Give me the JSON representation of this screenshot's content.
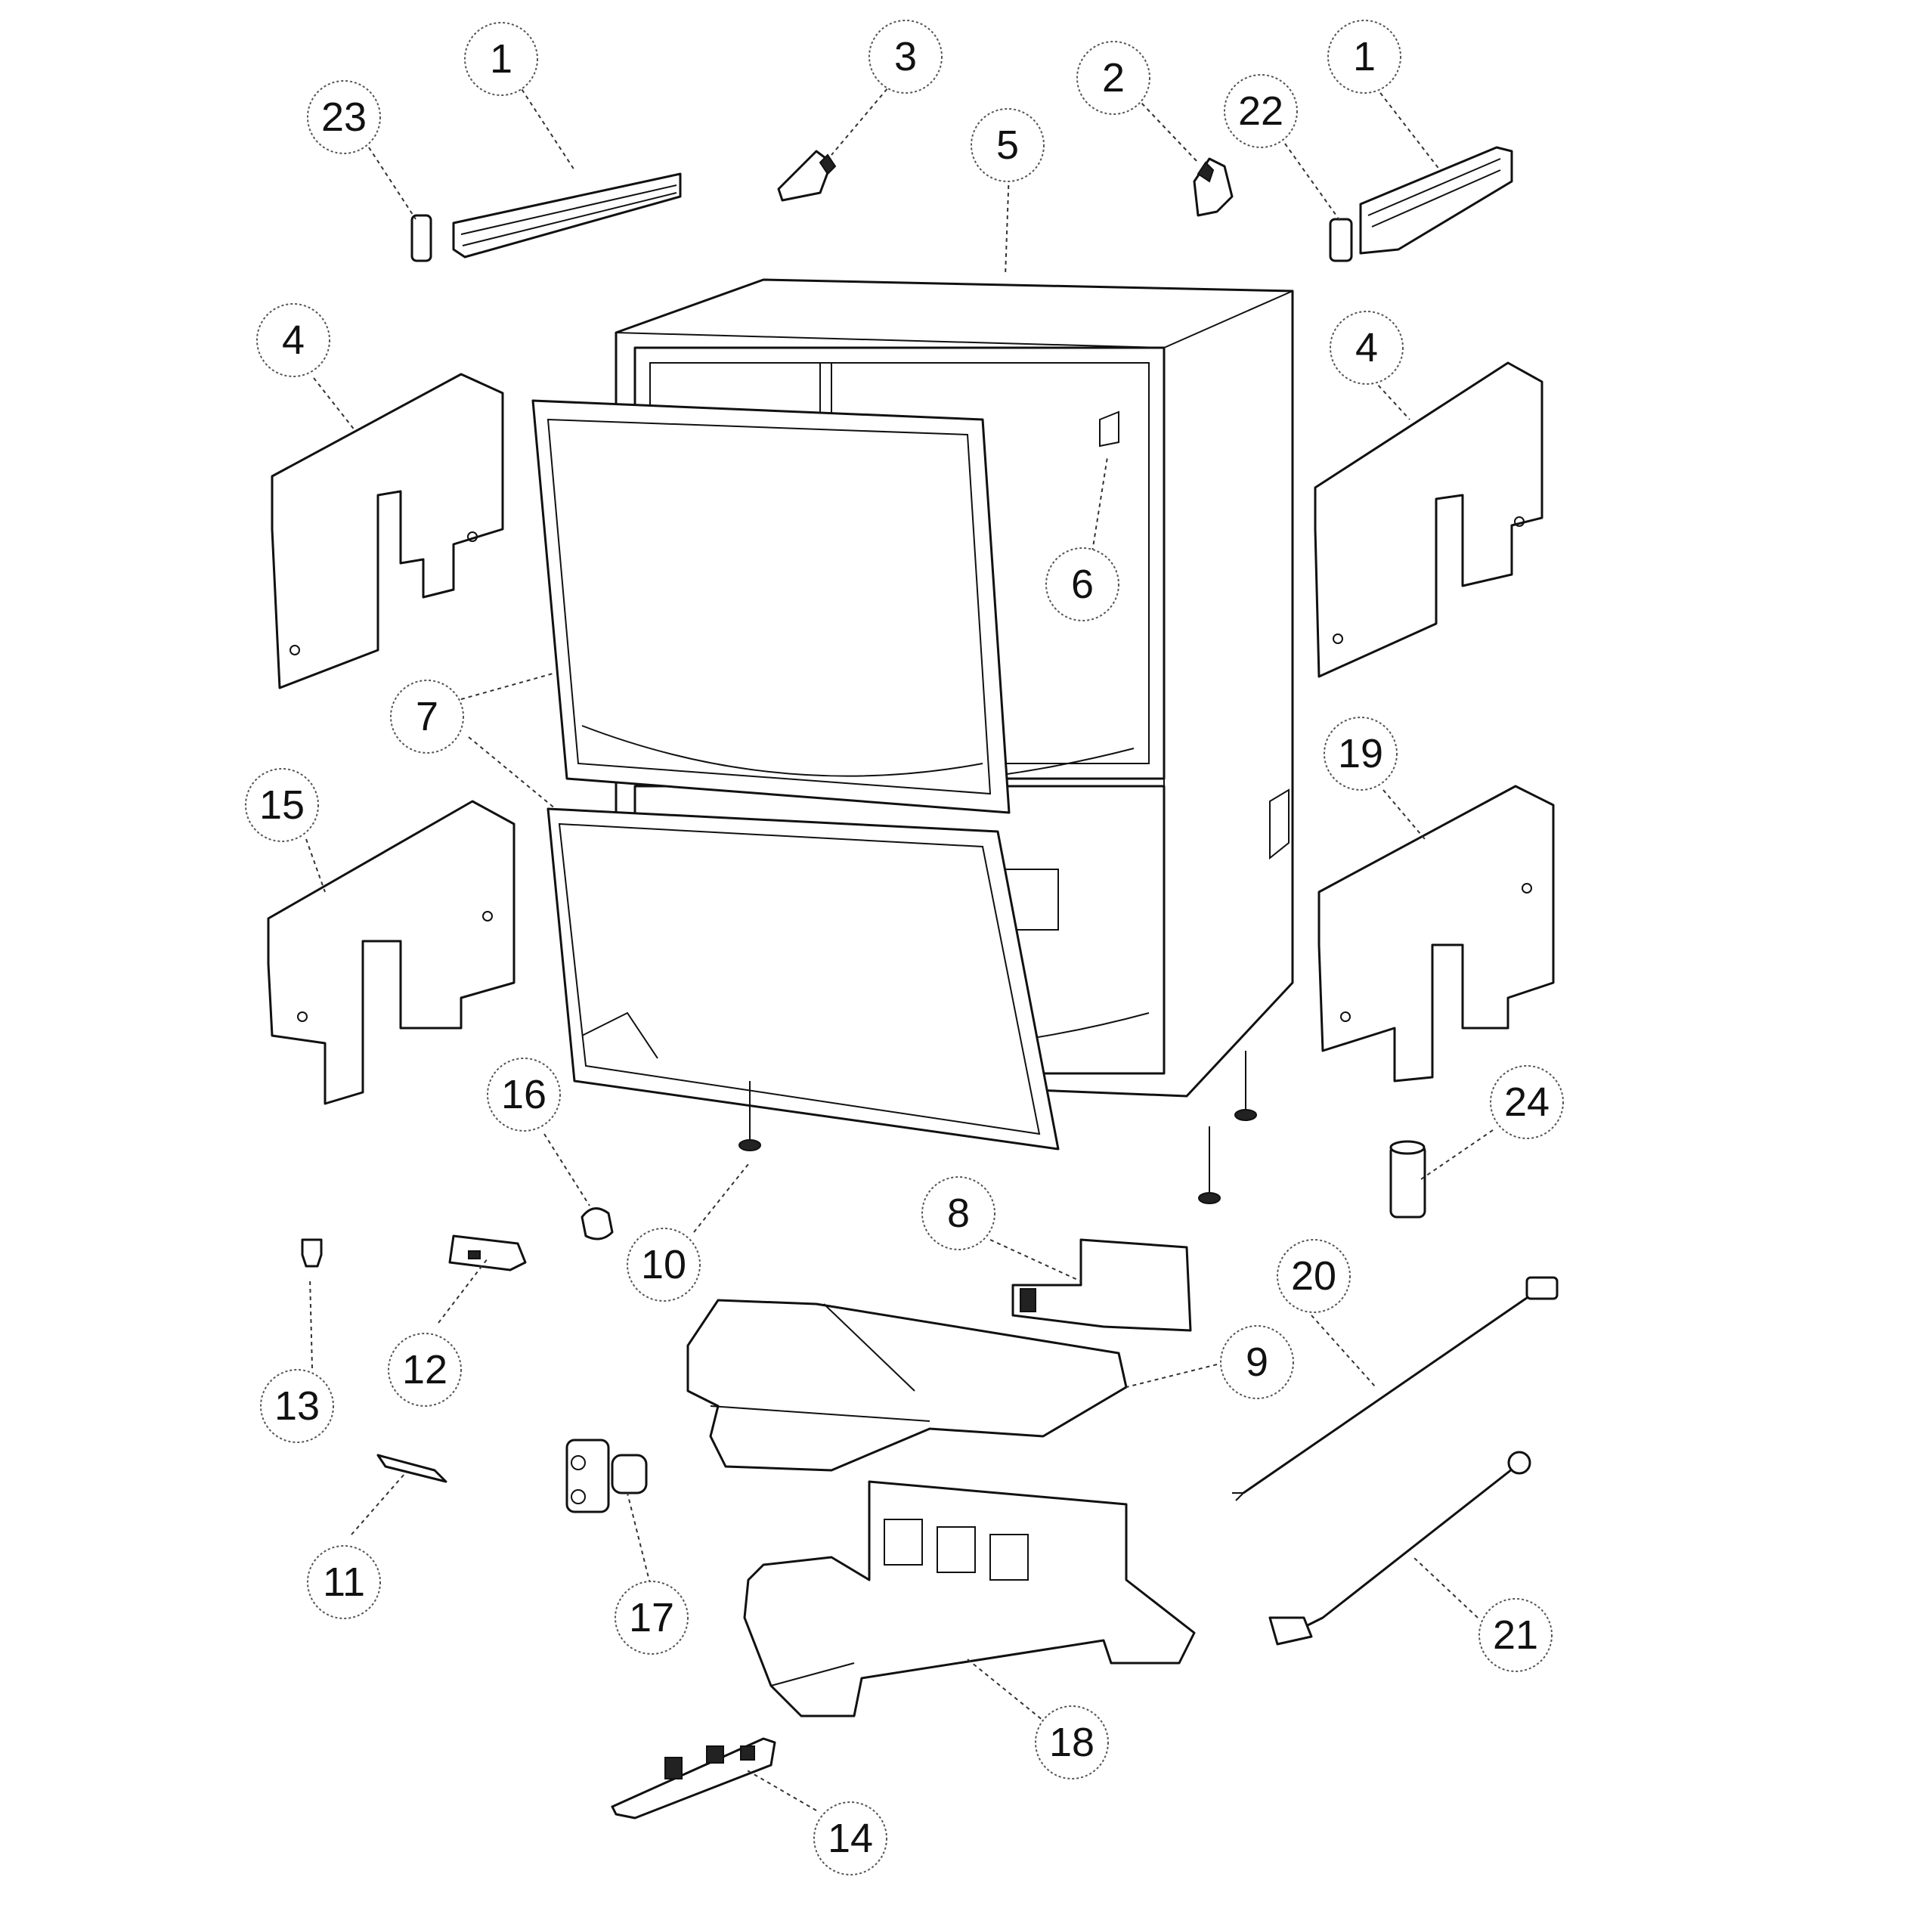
{
  "callouts": [
    {
      "label": "1"
    },
    {
      "label": "23"
    },
    {
      "label": "3"
    },
    {
      "label": "5"
    },
    {
      "label": "2"
    },
    {
      "label": "22"
    },
    {
      "label": "1"
    },
    {
      "label": "4"
    },
    {
      "label": "4"
    },
    {
      "label": "6"
    },
    {
      "label": "7"
    },
    {
      "label": "7"
    },
    {
      "label": "15"
    },
    {
      "label": "19"
    },
    {
      "label": "16"
    },
    {
      "label": "24"
    },
    {
      "label": "10"
    },
    {
      "label": "8"
    },
    {
      "label": "13"
    },
    {
      "label": "12"
    },
    {
      "label": "20"
    },
    {
      "label": "9"
    },
    {
      "label": "11"
    },
    {
      "label": "17"
    },
    {
      "label": "21"
    },
    {
      "label": "18"
    },
    {
      "label": "14"
    }
  ]
}
